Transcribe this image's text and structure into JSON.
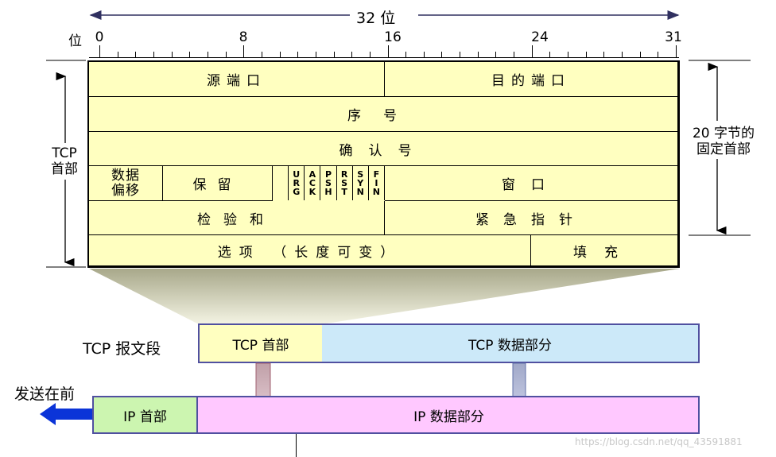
{
  "ruler": {
    "title": "32 位",
    "unit": "位",
    "labels": [
      "0",
      "8",
      "16",
      "24",
      "31"
    ]
  },
  "header_fields": {
    "src_port": "源端口",
    "dst_port": "目的端口",
    "seq": "序号",
    "ack": "确认号",
    "offset_line1": "数据",
    "offset_line2": "偏移",
    "reserved": "保留",
    "flags": [
      "URG",
      "ACK",
      "PSH",
      "RST",
      "SYN",
      "FIN"
    ],
    "window": "窗口",
    "checksum": "检验和",
    "urgent": "紧急指针",
    "options": "选项 （长度可变）",
    "padding": "填充"
  },
  "left_label": {
    "line1": "TCP",
    "line2": "首部"
  },
  "right_label": {
    "line1": "20 字节的",
    "line2": "固定首部"
  },
  "segment": {
    "label": "TCP 报文段",
    "tcp_header": "TCP 首部",
    "tcp_data": "TCP 数据部分"
  },
  "ip": {
    "send_first": "发送在前",
    "ip_header": "IP 首部",
    "ip_data": "IP 数据部分"
  },
  "watermark": "https://blog.csdn.net/qq_43591881",
  "colors": {
    "header_fill": "#ffffc0",
    "tcp_data_fill": "#cce9f9",
    "ip_header_fill": "#ccf5b0",
    "ip_data_fill": "#ffc8ff",
    "frame_border": "#5050a0",
    "arrow_blue": "#0b34d8"
  }
}
